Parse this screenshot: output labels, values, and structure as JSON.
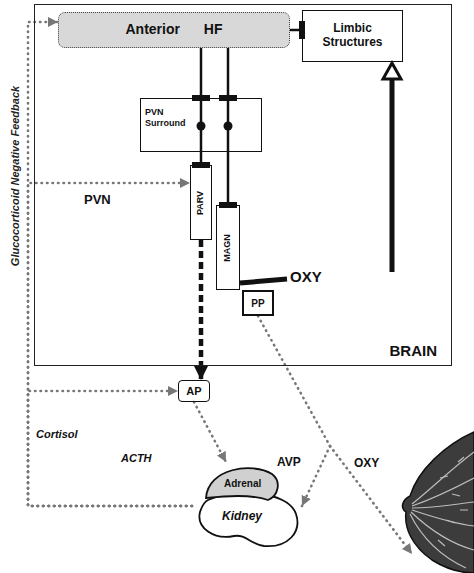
{
  "diagram": {
    "nodes": [
      {
        "text": [
          "BRAIN"
        ]
      },
      {
        "text": [
          "Anterior HF"
        ],
        "in": 0
      },
      {
        "text": [
          "Limbic Structures"
        ],
        "in": 0
      },
      {
        "text": [
          "PVN Surround"
        ],
        "in": 0
      },
      {
        "text": [
          "PARV"
        ],
        "in": 0
      },
      {
        "text": [
          "MAGN"
        ],
        "in": 0
      },
      {
        "text": [
          "PP"
        ],
        "in": 0
      },
      {
        "text": [
          "AP"
        ]
      },
      {
        "text": [
          "Adrenal",
          "Kidney"
        ]
      }
    ],
    "edges": [
      {
        "from": 1,
        "to": 2,
        "arrow": "to"
      },
      {
        "from": 1,
        "to": 3,
        "arrow": "to"
      },
      {
        "from": 1,
        "to": 3,
        "arrow": "to"
      },
      {
        "from": 3,
        "to": 4,
        "arrow": "to"
      },
      {
        "from": 3,
        "to": 5,
        "arrow": "to"
      },
      {
        "from": 4,
        "to": 7,
        "arrow": "to"
      },
      {
        "from": 7,
        "to": 8,
        "label": "ACTH",
        "arrow": "to"
      },
      {
        "from": 6,
        "to": 8,
        "label": "AVP",
        "arrow": "to"
      },
      {
        "from": 8,
        "to": 7,
        "arrow": "to"
      },
      {
        "from": 8,
        "to": 4,
        "arrow": "to"
      },
      {
        "from": 8,
        "to": 1,
        "arrow": "to"
      }
    ],
    "labels": [
      "Glucocorticoid Negative Feedback",
      "PVN",
      "OXY",
      "Cortisol",
      "OXY"
    ]
  }
}
